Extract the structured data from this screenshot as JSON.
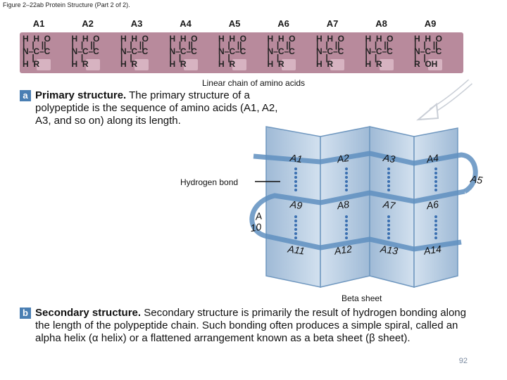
{
  "figure_title": "Figure 2–22ab Protein Structure (Part 2 of 2).",
  "chain": {
    "residue_labels": [
      "A1",
      "A2",
      "A3",
      "A4",
      "A5",
      "A6",
      "A7",
      "A8",
      "A9"
    ],
    "caption": "Linear chain of amino acids",
    "row_top": "H  H  O",
    "row_bottom": "H  R",
    "row_bottom_last": "R  OH"
  },
  "primary": {
    "badge": "a",
    "heading": "Primary structure.",
    "text": "The primary structure of a polypeptide is the sequence of amino acids (A1, A2, A3, and so on) along its length."
  },
  "sheet": {
    "top_labels": [
      "A1",
      "A2",
      "A3",
      "A4",
      "A5"
    ],
    "mid_labels": [
      "A9",
      "A8",
      "A7",
      "A6"
    ],
    "left_label": "A 10",
    "bottom_labels": [
      "A11",
      "A12",
      "A13",
      "A14"
    ],
    "hydrogen_bond_label": "Hydrogen bond",
    "caption": "Beta sheet"
  },
  "secondary": {
    "badge": "b",
    "heading": "Secondary structure.",
    "text": "Secondary structure is primarily the result of hydrogen bonding along the length of the polypeptide chain. Such bonding often produces a simple spiral, called an alpha helix (α helix) or a flattened arrangement known as a beta sheet (β sheet)."
  },
  "page_number": "92",
  "colors": {
    "chain_band": "#b88a9c",
    "r_box": "#d7b3c1",
    "sheet_panel": "#b7cde3",
    "sheet_edge": "#6f97bf",
    "badge": "#4a7fb3",
    "bond_dots": "#3a6fb0"
  }
}
